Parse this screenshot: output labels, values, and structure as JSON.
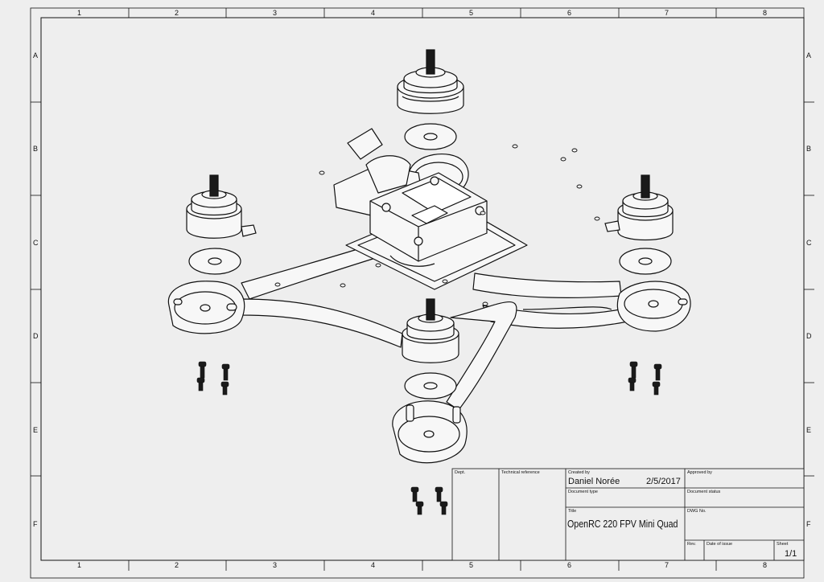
{
  "zones": {
    "columns": [
      "1",
      "2",
      "3",
      "4",
      "5",
      "6",
      "7",
      "8"
    ],
    "rows": [
      "A",
      "B",
      "C",
      "D",
      "E",
      "F"
    ]
  },
  "title_block": {
    "dept_label": "Dept.",
    "tech_ref_label": "Technical reference",
    "created_by_label": "Created by",
    "created_by": "Daniel Norée",
    "date": "2/5/2017",
    "approved_by_label": "Approved by",
    "doc_type_label": "Document type",
    "doc_status_label": "Document status",
    "title_label": "Title",
    "title": "OpenRC 220 FPV Mini Quad",
    "dwg_no_label": "DWG No.",
    "rev_label": "Rev.",
    "date_of_issue_label": "Date of issue",
    "sheet_label": "Sheet",
    "sheet": "1/1"
  },
  "colors": {
    "line": "#111111",
    "paper": "#eeeeee",
    "fill": "#f7f7f7",
    "dark": "#1a1a1a"
  }
}
